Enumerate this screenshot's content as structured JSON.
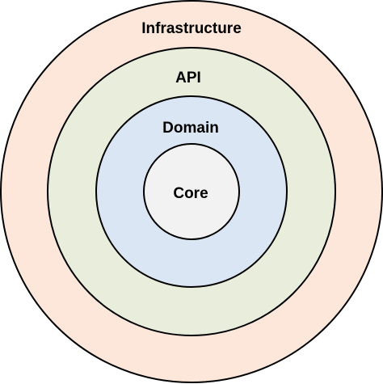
{
  "diagram": {
    "layers": [
      {
        "label": "Infrastructure",
        "fill": "#fce7da"
      },
      {
        "label": "API",
        "fill": "#e8eedb"
      },
      {
        "label": "Domain",
        "fill": "#dbe6f4"
      },
      {
        "label": "Core",
        "fill": "#f2f2f2"
      }
    ],
    "stroke": "#000000"
  }
}
